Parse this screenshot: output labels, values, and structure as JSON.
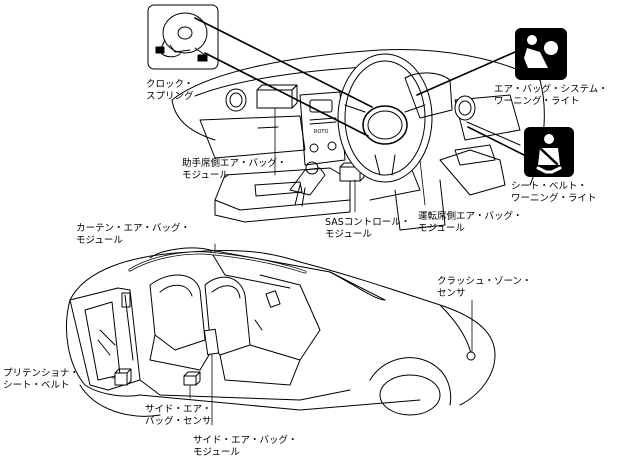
{
  "labels": {
    "clock_spring": [
      "クロック・",
      "スプリング"
    ],
    "passenger_airbag_module": [
      "助手席側エア・バッグ・",
      "モジュール"
    ],
    "airbag_warning_light": [
      "エア・バッグ・システム・",
      "ワーニング・ライト"
    ],
    "seatbelt_warning_light": [
      "シート・ベルト・",
      "ワーニング・ライト"
    ],
    "driver_airbag_module": [
      "運転席側エア・バッグ・",
      "モジュール"
    ],
    "sas_control_module": [
      "SASコントロール・",
      "モジュール"
    ],
    "curtain_airbag_module": [
      "カーテン・エア・バッグ・",
      "モジュール"
    ],
    "crash_zone_sensor": [
      "クラッシュ・ゾーン・",
      "センサ"
    ],
    "pretensioner_seatbelt": [
      "プリテンショナ・",
      "シート・ベルト"
    ],
    "side_airbag_sensor": [
      "サイド・エア・",
      "バッグ・センサ"
    ],
    "side_airbag_module": [
      "サイド・エア・バッグ・",
      "モジュール"
    ]
  },
  "dashboard_badge": "ROTO",
  "colors": {
    "line": "#000000",
    "background": "#ffffff",
    "icon_fill": "#000000"
  },
  "icons": [
    "clock-spring-icon",
    "airbag-warning-icon",
    "seatbelt-warning-icon"
  ]
}
